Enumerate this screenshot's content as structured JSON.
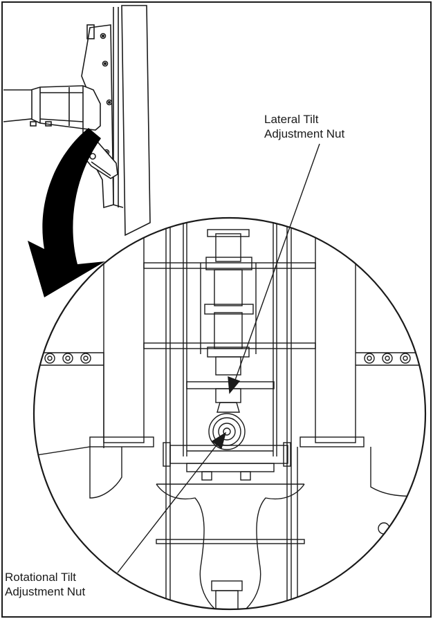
{
  "callouts": {
    "lateral_tilt": {
      "line1": "Lateral Tilt",
      "line2": "Adjustment Nut"
    },
    "rotational_tilt": {
      "line1": "Rotational Tilt",
      "line2": "Adjustment Nut"
    }
  },
  "colors": {
    "ink": "#1a1a1a",
    "paper": "#ffffff",
    "arrow": "#000000"
  }
}
